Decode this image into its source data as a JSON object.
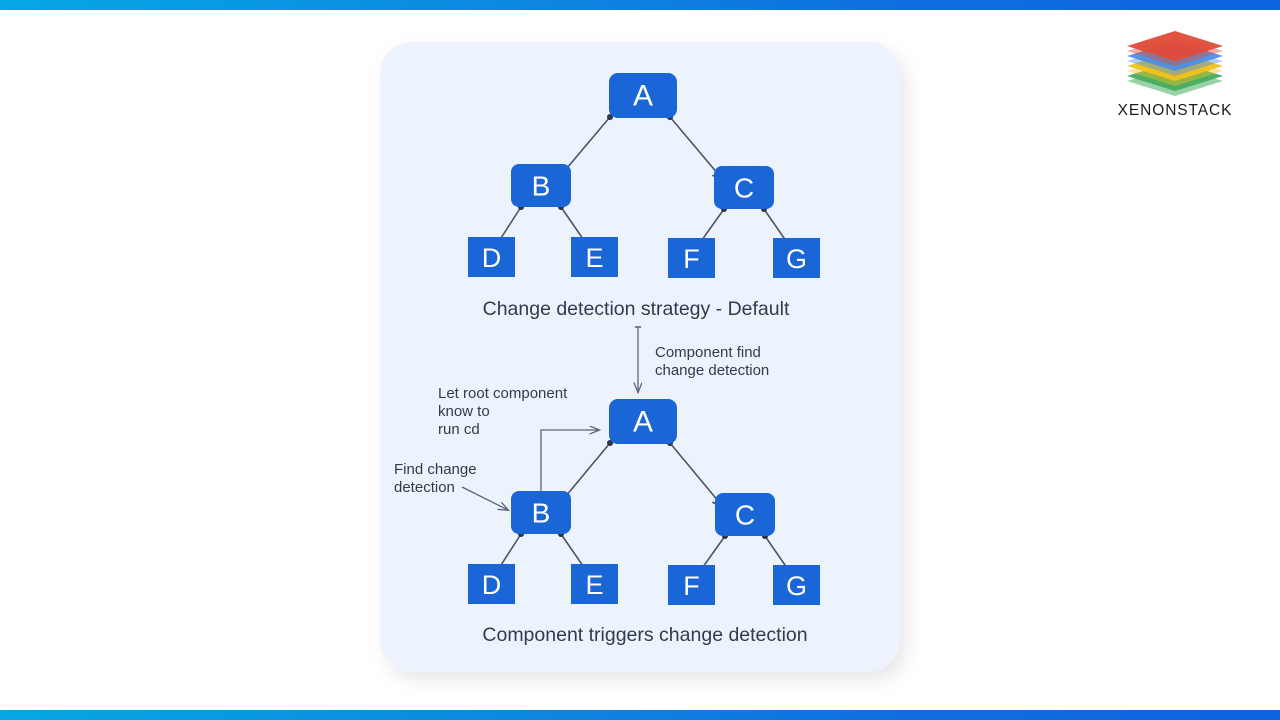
{
  "brand": {
    "name": "XENONSTACK",
    "logo_icon": "stacked-layers-icon",
    "layer_colors": [
      "#E04B38",
      "#4E8EE0",
      "#F2C21B",
      "#3DA85A"
    ]
  },
  "accent_bar": {
    "gradient_from": "#06A7E4",
    "gradient_to": "#0D62E0"
  },
  "card": {
    "background": "#EDF3FC",
    "node_color": "#1A66D6",
    "node_text_color": "#FFFFFF",
    "edge_color": "#4A5568"
  },
  "diagrams": [
    {
      "id": "default-strategy",
      "caption": "Change detection strategy - Default",
      "nodes": [
        {
          "id": "A",
          "label": "A",
          "shape": "rounded"
        },
        {
          "id": "B",
          "label": "B",
          "shape": "rounded"
        },
        {
          "id": "C",
          "label": "C",
          "shape": "rounded"
        },
        {
          "id": "D",
          "label": "D",
          "shape": "square"
        },
        {
          "id": "E",
          "label": "E",
          "shape": "square"
        },
        {
          "id": "F",
          "label": "F",
          "shape": "square"
        },
        {
          "id": "G",
          "label": "G",
          "shape": "square"
        }
      ],
      "edges": [
        {
          "from": "A",
          "to": "B"
        },
        {
          "from": "A",
          "to": "C"
        },
        {
          "from": "B",
          "to": "D"
        },
        {
          "from": "B",
          "to": "E"
        },
        {
          "from": "C",
          "to": "F"
        },
        {
          "from": "C",
          "to": "G"
        }
      ]
    },
    {
      "id": "component-triggers",
      "caption": "Component triggers change detection",
      "nodes": [
        {
          "id": "A",
          "label": "A",
          "shape": "rounded"
        },
        {
          "id": "B",
          "label": "B",
          "shape": "rounded"
        },
        {
          "id": "C",
          "label": "C",
          "shape": "rounded"
        },
        {
          "id": "D",
          "label": "D",
          "shape": "square"
        },
        {
          "id": "E",
          "label": "E",
          "shape": "square"
        },
        {
          "id": "F",
          "label": "F",
          "shape": "square"
        },
        {
          "id": "G",
          "label": "G",
          "shape": "square"
        }
      ],
      "edges": [
        {
          "from": "A",
          "to": "B",
          "arrows": "both"
        },
        {
          "from": "A",
          "to": "C"
        },
        {
          "from": "B",
          "to": "D"
        },
        {
          "from": "B",
          "to": "E"
        },
        {
          "from": "C",
          "to": "F"
        },
        {
          "from": "C",
          "to": "G"
        },
        {
          "from": "B",
          "to": "A",
          "style": "elbow-feedback"
        }
      ]
    }
  ],
  "annotations": {
    "flow_between": {
      "line1": "Component find",
      "line2": "change detection"
    },
    "let_root": {
      "line1": "Let root component",
      "line2": "know to",
      "line3": "run cd"
    },
    "find_change": {
      "line1": "Find change",
      "line2": "detection"
    }
  }
}
